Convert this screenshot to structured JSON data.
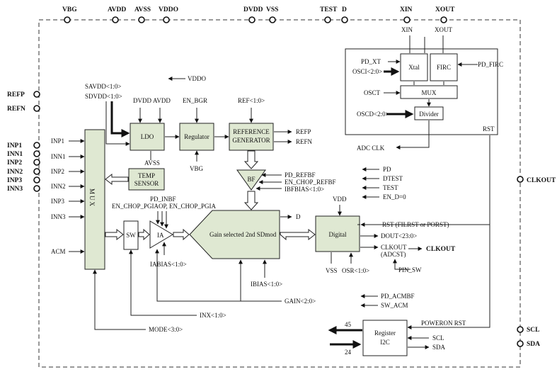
{
  "diagram": {
    "top_pins": [
      "VBG",
      "AVDD",
      "AVSS",
      "VDDO",
      "DVDD",
      "VSS",
      "TEST",
      "D",
      "XIN",
      "XOUT"
    ],
    "left_pins": [
      "REFP",
      "REFN",
      "INP1",
      "INN1",
      "INP2",
      "INN2",
      "INP3",
      "INN3"
    ],
    "right_pins": [
      "CLKOUT",
      "SCL",
      "SDA"
    ],
    "blocks": {
      "mux": "MUX",
      "ldo": "LDO",
      "regulator": "Regulator",
      "reference_line1": "REFERENCE",
      "reference_line2": "GENERATOR",
      "temp_line1": "TEMP",
      "temp_line2": "SENSOR",
      "bf": "BF",
      "sw": "SW",
      "ia": "IA",
      "sdmod": "Gain selected 2nd SDmod",
      "digital": "Digital",
      "xtal": "Xtal",
      "firc": "FIRC",
      "osc_mux": "MUX",
      "divider": "Divider",
      "register_line1": "Register",
      "register_line2": "I2C"
    },
    "signals": {
      "savdd": "SAVDD<1:0>",
      "sdvdd": "SDVDD<1:0>",
      "vddo": "VDDO",
      "dvdd": "DVDD",
      "avdd": "AVDD",
      "avss": "AVSS",
      "en_bgr": "EN_BGR",
      "vbg": "VBG",
      "ref": "REF<1:0>",
      "refp": "REFP",
      "refn": "REFN",
      "inp1": "INP1",
      "inn1": "INN1",
      "inp2": "INP2",
      "inn2": "INN2",
      "inp3": "INP3",
      "inn3": "INN3",
      "acm": "ACM",
      "pd_refbf": "PD_REFBF",
      "en_chop_refbf": "EN_CHOP_REFBF",
      "ibfbias": "IBFBIAS<1:0>",
      "pd_inbf": "PD_INBF",
      "en_chop_pgiaop": "EN_CHOP_PGIAOP, EN_CHOP_PGIA",
      "iabias": "IABIAS<1:0>",
      "ibias": "IBIAS<1:0>",
      "d_out": "D",
      "vdd": "VDD",
      "vss": "VSS",
      "osr": "OSR<1:0>",
      "rst_filrst": "RST (FILRST or PORST)",
      "dout": "DOUT<23:0>",
      "clkout_adcst_1": "CLKOUT",
      "clkout_adcst_2": "(ADCST)",
      "clkout_arrow": "CLKOUT",
      "pin_sw": "PIN_SW",
      "pd": "PD",
      "dtest": "DTEST",
      "test": "TEST",
      "en_d0": "EN_D=0",
      "adc_clk": "ADC CLK",
      "rst": "RST",
      "xin": "XIN",
      "xout": "XOUT",
      "pd_xt": "PD_XT",
      "osci": "OSCI<2:0>",
      "osct": "OSCT",
      "oscd": "OSCD<2:0>",
      "pd_firc": "PD_FIRC",
      "gain": "GAIN<2:0>",
      "inx": "INX<1:0>",
      "mode": "MODE<3:0>",
      "pd_acmbf": "PD_ACMBF",
      "sw_acm": "SW_ACM",
      "poweron_rst": "POWERON RST",
      "bus45": "45",
      "bus24": "24",
      "scl": "SCL",
      "sda": "SDA"
    }
  }
}
